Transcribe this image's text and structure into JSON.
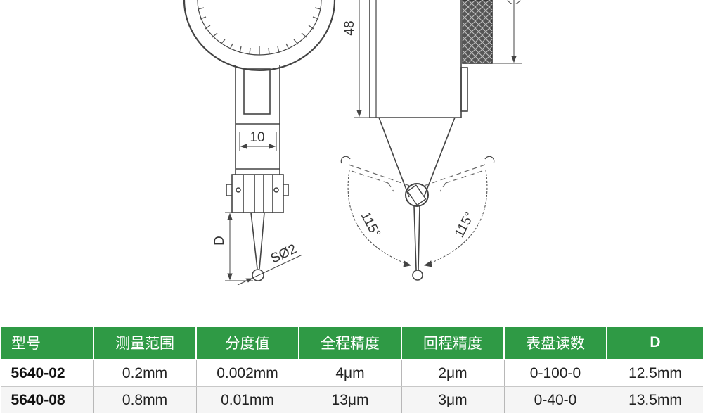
{
  "drawing": {
    "labels": {
      "width_dim": "10",
      "height_dim": "48",
      "d_dim": "D",
      "ball_dim": "SØ2",
      "angle_left": "115°",
      "angle_right": "115°"
    }
  },
  "table": {
    "header_color": "#2f9a45",
    "headers": [
      "型号",
      "测量范围",
      "分度值",
      "全程精度",
      "回程精度",
      "表盘读数",
      "D"
    ],
    "rows": [
      [
        "5640-02",
        "0.2mm",
        "0.002mm",
        "4μm",
        "2μm",
        "0-100-0",
        "12.5mm"
      ],
      [
        "5640-08",
        "0.8mm",
        "0.01mm",
        "13μm",
        "3μm",
        "0-40-0",
        "13.5mm"
      ]
    ]
  }
}
